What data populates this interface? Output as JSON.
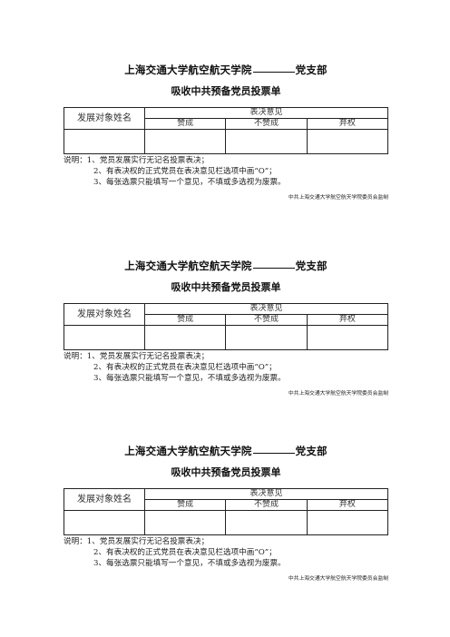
{
  "ballots": [
    {
      "title_prefix": "上海交通大学航空航天学院",
      "title_suffix": "党支部",
      "subtitle": "吸收中共预备党员投票单",
      "table": {
        "name_header": "发展对象姓名",
        "group_header": "表决意见",
        "options": [
          "赞成",
          "不赞成",
          "弃权"
        ]
      },
      "notes": {
        "label": "说明：",
        "items": [
          "1、党员发展实行无记名投票表决；",
          "2、有表决权的正式党员在表决意见栏选项中画“O”；",
          "3、每张选票只能填写一个意见，不填或多选视为废票。"
        ]
      },
      "footer": "中共上海交通大学航空航天学院委员会监制"
    },
    {
      "title_prefix": "上海交通大学航空航天学院",
      "title_suffix": "党支部",
      "subtitle": "吸收中共预备党员投票单",
      "table": {
        "name_header": "发展对象姓名",
        "group_header": "表决意见",
        "options": [
          "赞成",
          "不赞成",
          "弃权"
        ]
      },
      "notes": {
        "label": "说明：",
        "items": [
          "1、党员发展实行无记名投票表决；",
          "2、有表决权的正式党员在表决意见栏选项中画“O”；",
          "3、每张选票只能填写一个意见，不填或多选视为废票。"
        ]
      },
      "footer": "中共上海交通大学航空航天学院委员会监制"
    },
    {
      "title_prefix": "上海交通大学航空航天学院",
      "title_suffix": "党支部",
      "subtitle": "吸收中共预备党员投票单",
      "table": {
        "name_header": "发展对象姓名",
        "group_header": "表决意见",
        "options": [
          "赞成",
          "不赞成",
          "弃权"
        ]
      },
      "notes": {
        "label": "说明：",
        "items": [
          "1、党员发展实行无记名投票表决；",
          "2、有表决权的正式党员在表决意见栏选项中画“O”；",
          "3、每张选票只能填写一个意见，不填或多选视为废票。"
        ]
      },
      "footer": "中共上海交通大学航空航天学院委员会监制"
    }
  ]
}
